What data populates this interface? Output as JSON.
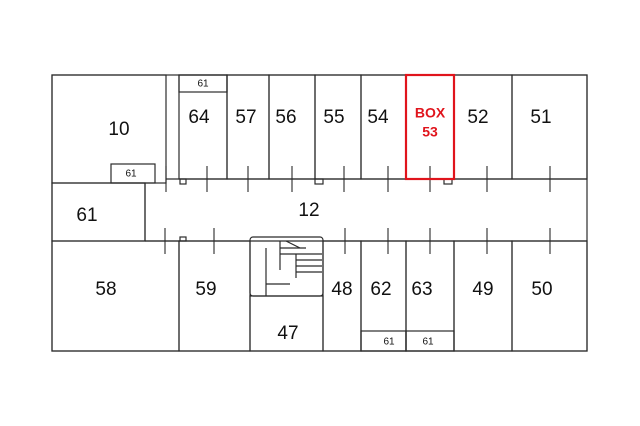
{
  "highlight_color": "#e0141c",
  "rooms": {
    "r10": "10",
    "r64": "64",
    "r57": "57",
    "r56": "56",
    "r55": "55",
    "r54": "54",
    "r52": "52",
    "r51": "51",
    "r61_left": "61",
    "r12": "12",
    "r58": "58",
    "r59": "59",
    "r47": "47",
    "r48": "48",
    "r62": "62",
    "r63": "63",
    "r49": "49",
    "r50": "50"
  },
  "small_rooms": {
    "s61_top": "61",
    "s61_mid": "61",
    "s61_bottom_a": "61",
    "s61_bottom_b": "61"
  },
  "highlight": {
    "line1": "BOX",
    "line2": "53"
  }
}
